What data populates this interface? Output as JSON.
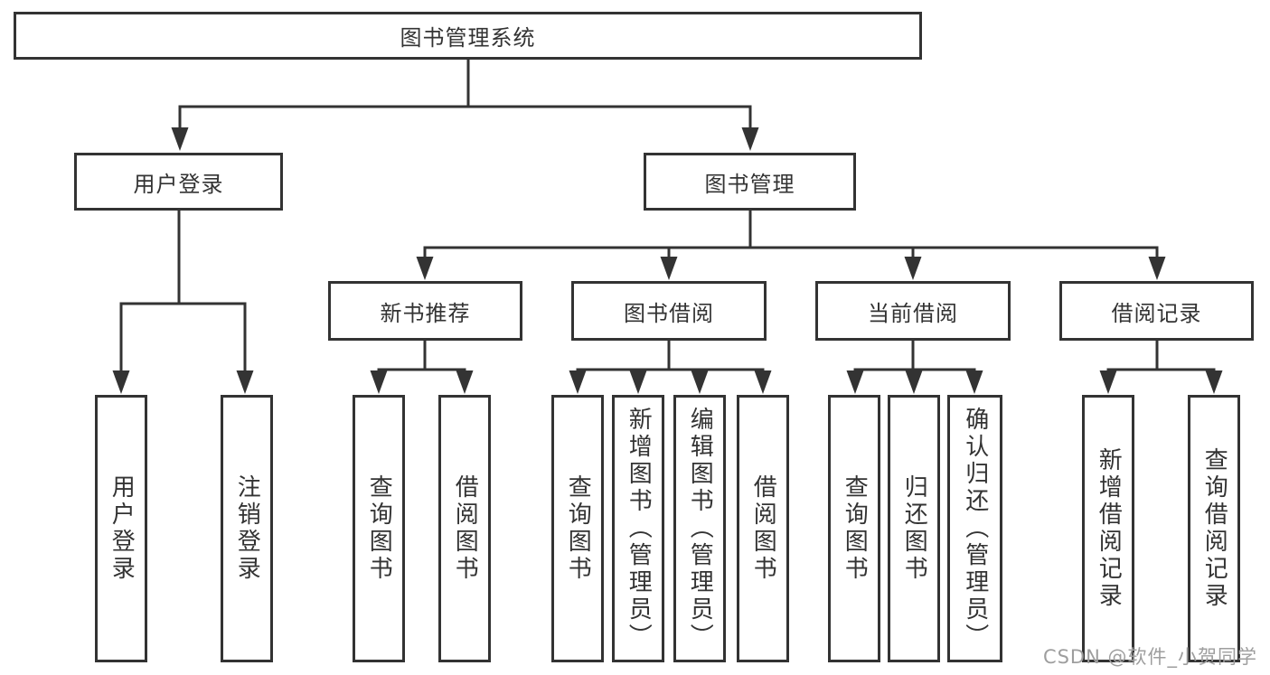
{
  "diagram": {
    "title": "图书管理系统",
    "root": {
      "label": "图书管理系统"
    },
    "branches": [
      {
        "label": "用户登录",
        "leaves": [
          "用户登录",
          "注销登录"
        ]
      },
      {
        "label": "图书管理",
        "groups": [
          {
            "label": "新书推荐",
            "leaves": [
              "查询图书",
              "借阅图书"
            ]
          },
          {
            "label": "图书借阅",
            "leaves": [
              "查询图书",
              "新增图书（管理员）",
              "编辑图书（管理员）",
              "借阅图书"
            ]
          },
          {
            "label": "当前借阅",
            "leaves": [
              "查询图书",
              "归还图书",
              "确认归还（管理员）"
            ]
          },
          {
            "label": "借阅记录",
            "leaves": [
              "新增借阅记录",
              "查询借阅记录"
            ]
          }
        ]
      }
    ]
  },
  "watermark": "CSDN @软件_小贺同学",
  "colors": {
    "line": "#333333",
    "text": "#333333",
    "watermark": "#9e9e9e",
    "background": "#ffffff"
  }
}
